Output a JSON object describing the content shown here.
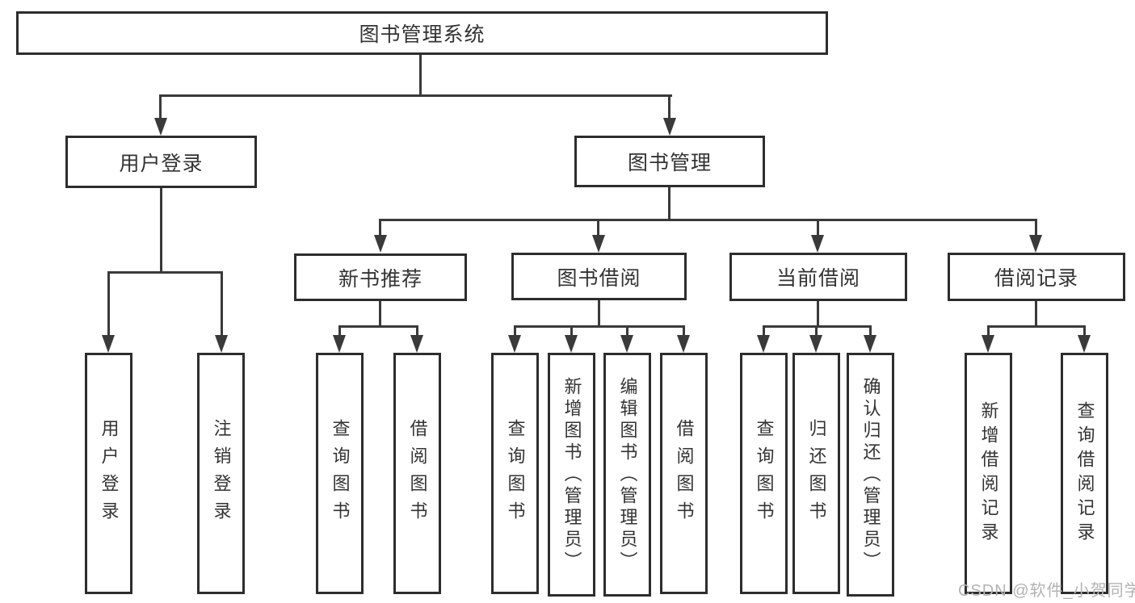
{
  "palette": {
    "background": "#ffffff",
    "box_border": "#2d2d2d",
    "connector_line": "#3a3a3a",
    "label_text": "#333333",
    "watermark_text": "#b3b3b3"
  },
  "tree": {
    "root": {
      "label": "图书管理系统"
    },
    "branches": [
      {
        "label": "用户登录",
        "children": [
          {
            "label": "用户登录"
          },
          {
            "label": "注销登录"
          }
        ]
      },
      {
        "label": "图书管理",
        "children": [
          {
            "label": "新书推荐",
            "children": [
              {
                "label": "查询图书"
              },
              {
                "label": "借阅图书"
              }
            ]
          },
          {
            "label": "图书借阅",
            "children": [
              {
                "label": "查询图书"
              },
              {
                "label": "新增图书（管理员）"
              },
              {
                "label": "编辑图书（管理员）"
              },
              {
                "label": "借阅图书"
              }
            ]
          },
          {
            "label": "当前借阅",
            "children": [
              {
                "label": "查询图书"
              },
              {
                "label": "归还图书"
              },
              {
                "label": "确认归还（管理员）"
              }
            ]
          },
          {
            "label": "借阅记录",
            "children": [
              {
                "label": "新增借阅记录"
              },
              {
                "label": "查询借阅记录"
              }
            ]
          }
        ]
      }
    ]
  },
  "watermark": {
    "text": "CSDN @软件_小贺同学"
  }
}
